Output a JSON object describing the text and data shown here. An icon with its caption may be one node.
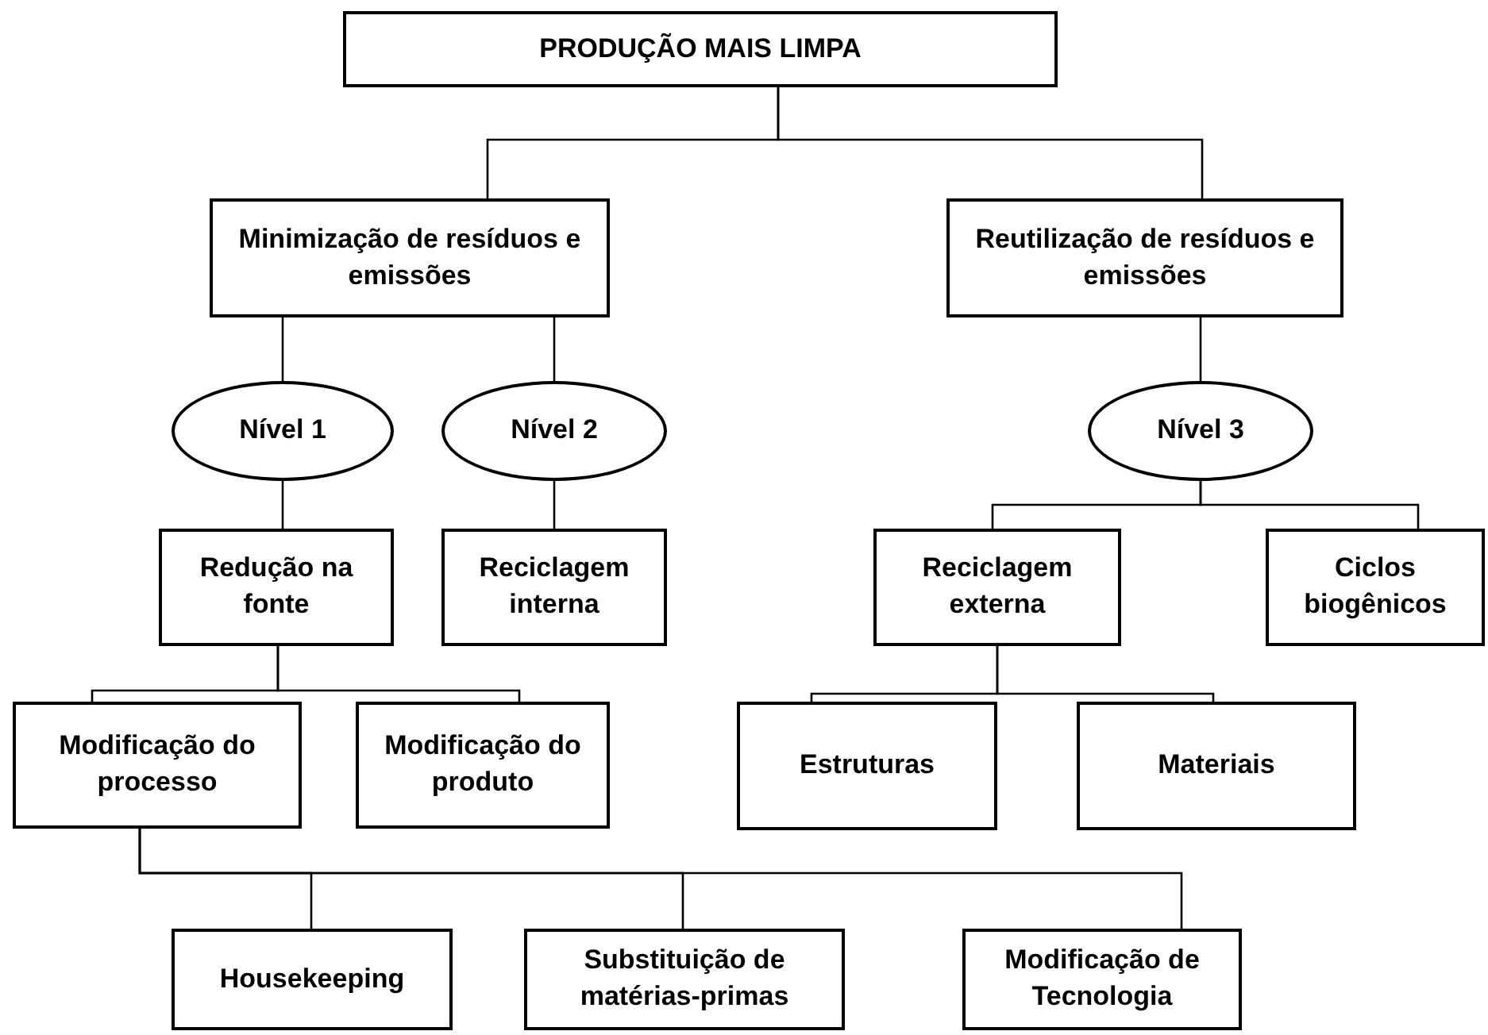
{
  "diagram": {
    "nodes": [
      {
        "text": [
          "PRODUÇÃO MAIS LIMPA"
        ]
      },
      {
        "text": [
          "Minimização de resíduos e emissões"
        ]
      },
      {
        "text": [
          "Reutilização de resíduos e emissões"
        ]
      },
      {
        "text": [
          "Nível 1"
        ]
      },
      {
        "text": [
          "Nível 2"
        ]
      },
      {
        "text": [
          "Nível 3"
        ]
      },
      {
        "text": [
          "Redução na fonte"
        ]
      },
      {
        "text": [
          "Reciclagem interna"
        ]
      },
      {
        "text": [
          "Reciclagem externa"
        ]
      },
      {
        "text": [
          "Ciclos biogênicos"
        ]
      },
      {
        "text": [
          "Modificação do processo"
        ]
      },
      {
        "text": [
          "Modificação do produto"
        ]
      },
      {
        "text": [
          "Estruturas"
        ]
      },
      {
        "text": [
          "Materiais"
        ]
      },
      {
        "text": [
          "Housekeeping"
        ]
      },
      {
        "text": [
          "Substituição de matérias-primas"
        ]
      },
      {
        "text": [
          "Modificação de Tecnologia"
        ]
      }
    ],
    "edges": [
      {
        "from": 0,
        "to": 1,
        "arrow": "none"
      },
      {
        "from": 0,
        "to": 2,
        "arrow": "none"
      },
      {
        "from": 1,
        "to": 3,
        "arrow": "none"
      },
      {
        "from": 1,
        "to": 4,
        "arrow": "none"
      },
      {
        "from": 2,
        "to": 5,
        "arrow": "none"
      },
      {
        "from": 3,
        "to": 6,
        "arrow": "none"
      },
      {
        "from": 4,
        "to": 7,
        "arrow": "none"
      },
      {
        "from": 5,
        "to": 8,
        "arrow": "none"
      },
      {
        "from": 5,
        "to": 9,
        "arrow": "none"
      },
      {
        "from": 6,
        "to": 10,
        "arrow": "none"
      },
      {
        "from": 6,
        "to": 11,
        "arrow": "none"
      },
      {
        "from": 8,
        "to": 12,
        "arrow": "none"
      },
      {
        "from": 8,
        "to": 13,
        "arrow": "none"
      },
      {
        "from": 10,
        "to": 14,
        "arrow": "none"
      },
      {
        "from": 10,
        "to": 15,
        "arrow": "none"
      },
      {
        "from": 10,
        "to": 16,
        "arrow": "none"
      }
    ]
  }
}
